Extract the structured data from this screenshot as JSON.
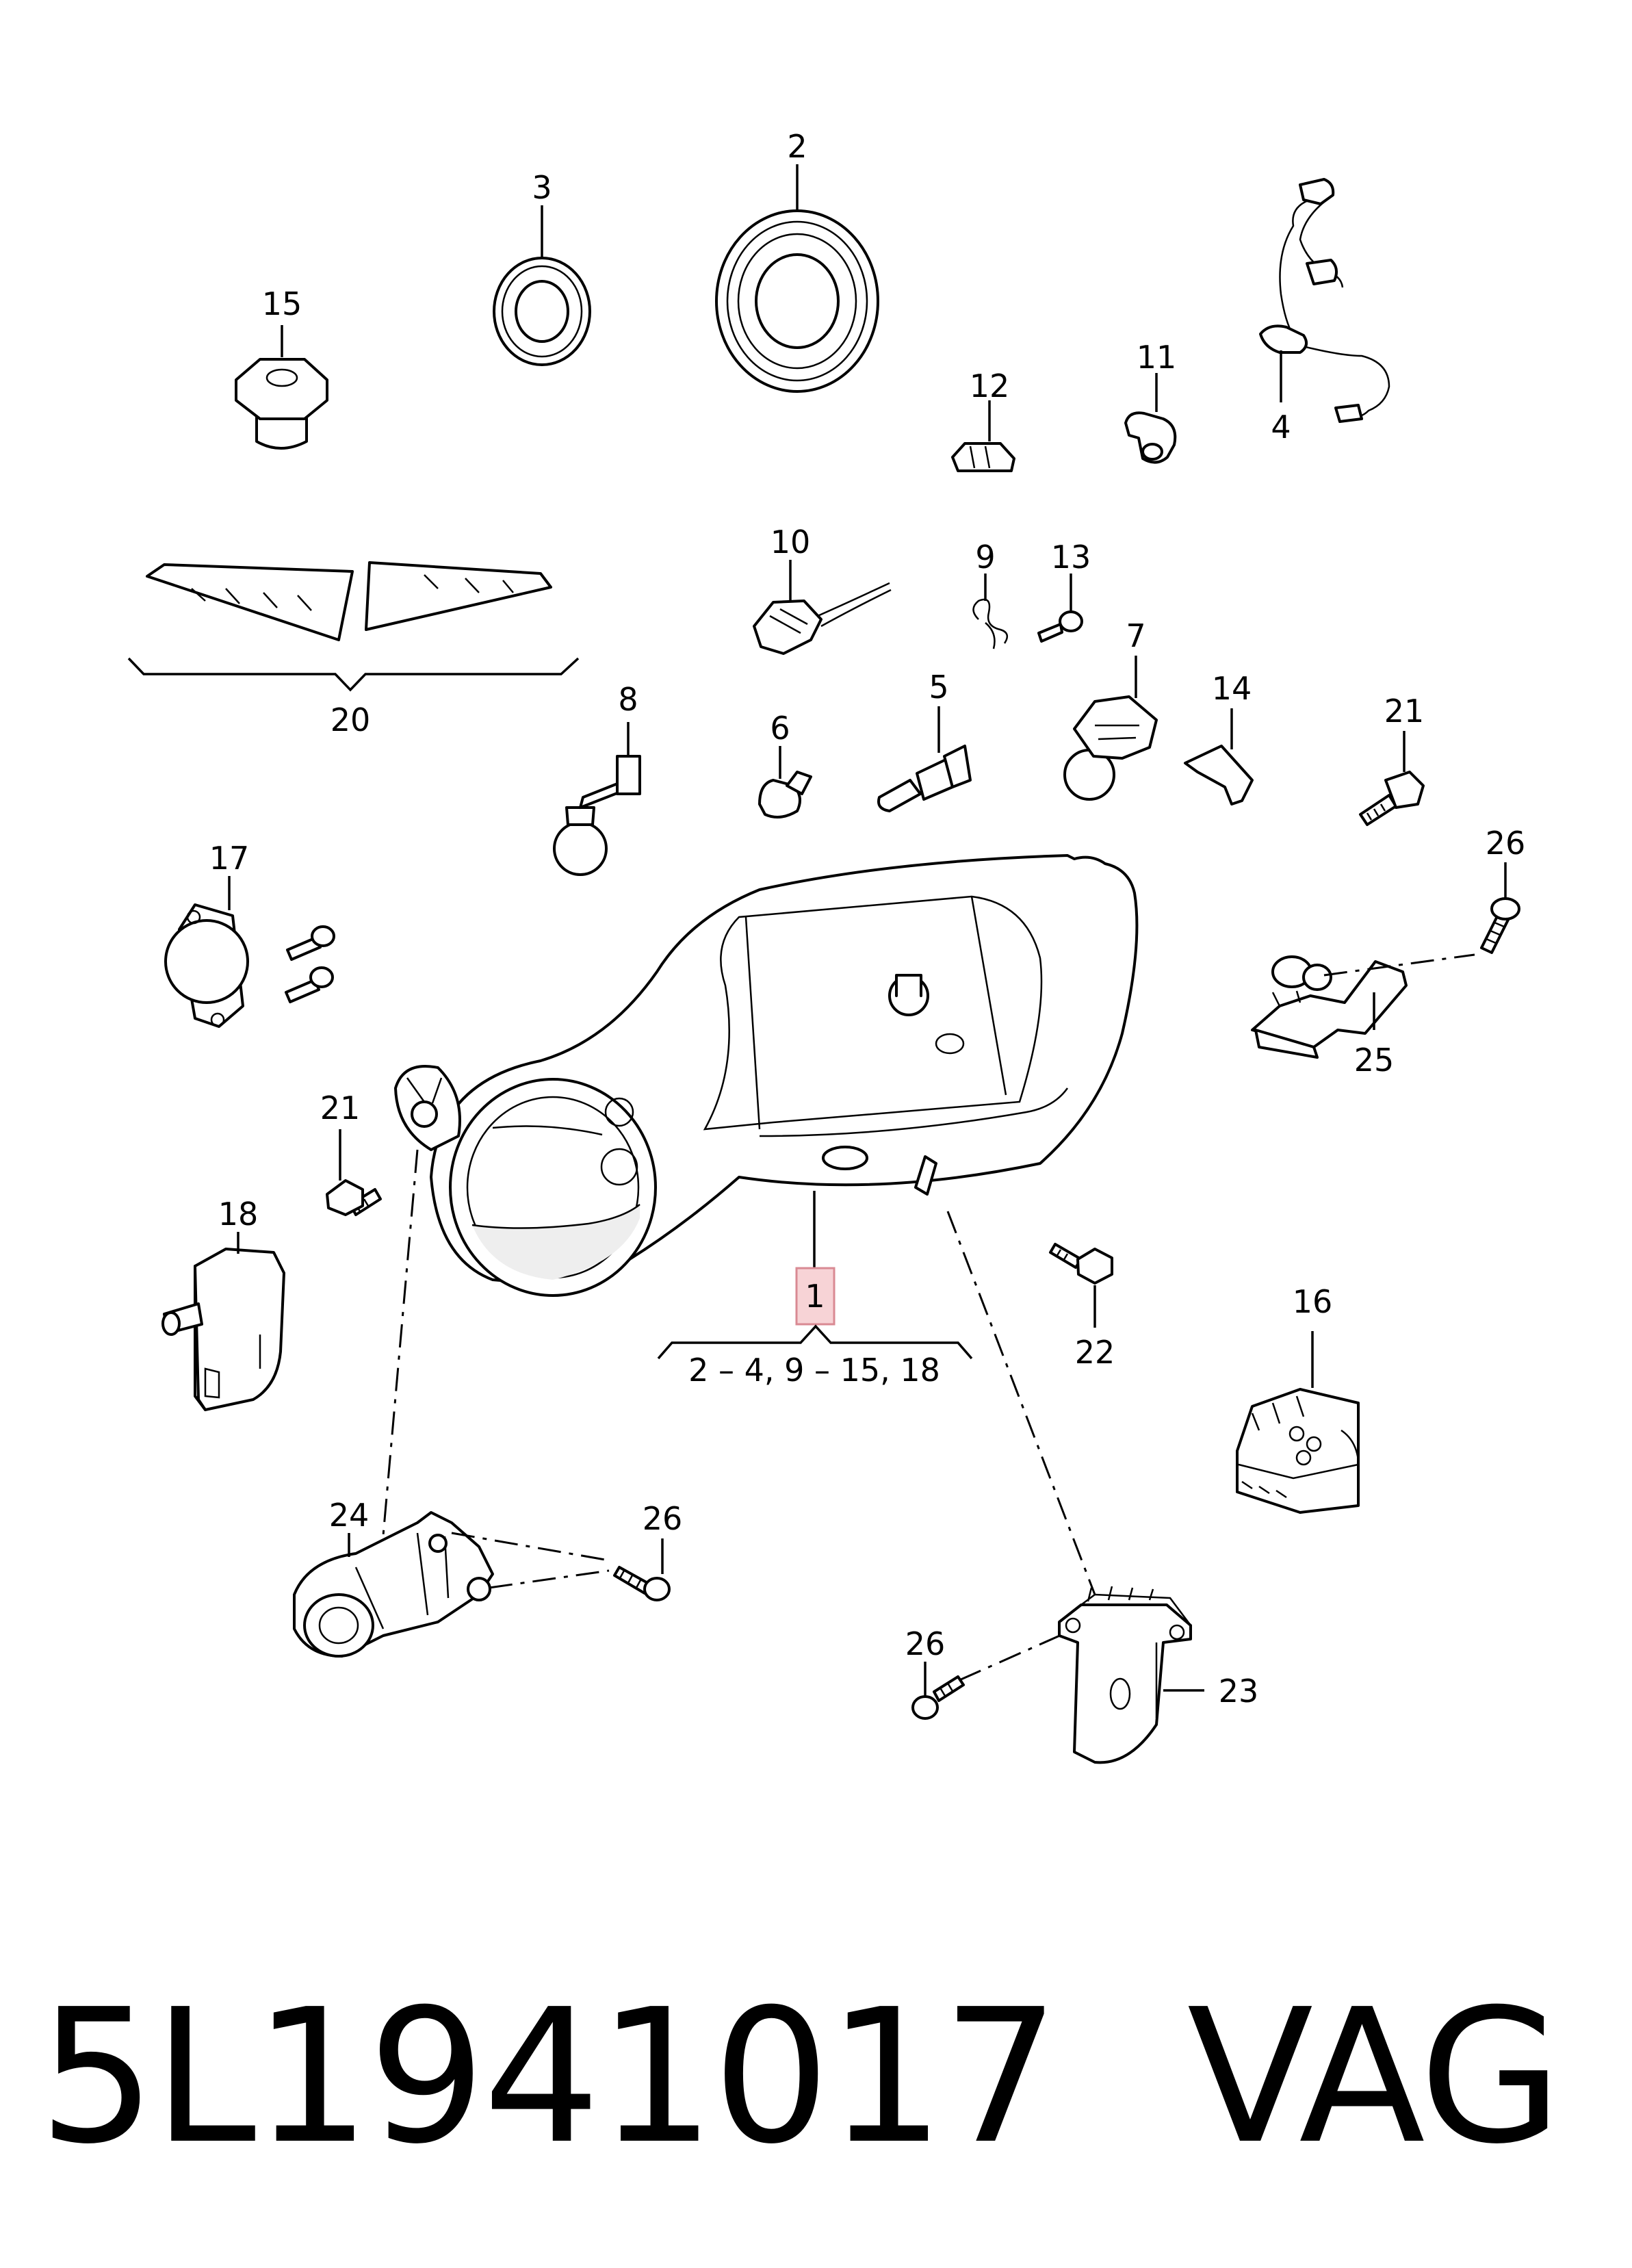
{
  "callouts": {
    "c1": "1",
    "c2": "2",
    "c3": "3",
    "c4": "4",
    "c5": "5",
    "c6": "6",
    "c7": "7",
    "c8": "8",
    "c9": "9",
    "c10": "10",
    "c11": "11",
    "c12": "12",
    "c13": "13",
    "c14": "14",
    "c15": "15",
    "c16": "16",
    "c17": "17",
    "c18": "18",
    "c20": "20",
    "c21a": "21",
    "c21b": "21",
    "c22": "22",
    "c23": "23",
    "c24": "24",
    "c25": "25",
    "c26a": "26",
    "c26b": "26",
    "c26c": "26"
  },
  "group_note": "2 – 4, 9 – 15, 18",
  "footer": {
    "part_number": "5L1941017",
    "brand": "VAG"
  },
  "colors": {
    "highlight_fill": "#f7d3d6",
    "highlight_stroke": "#d98a93"
  }
}
